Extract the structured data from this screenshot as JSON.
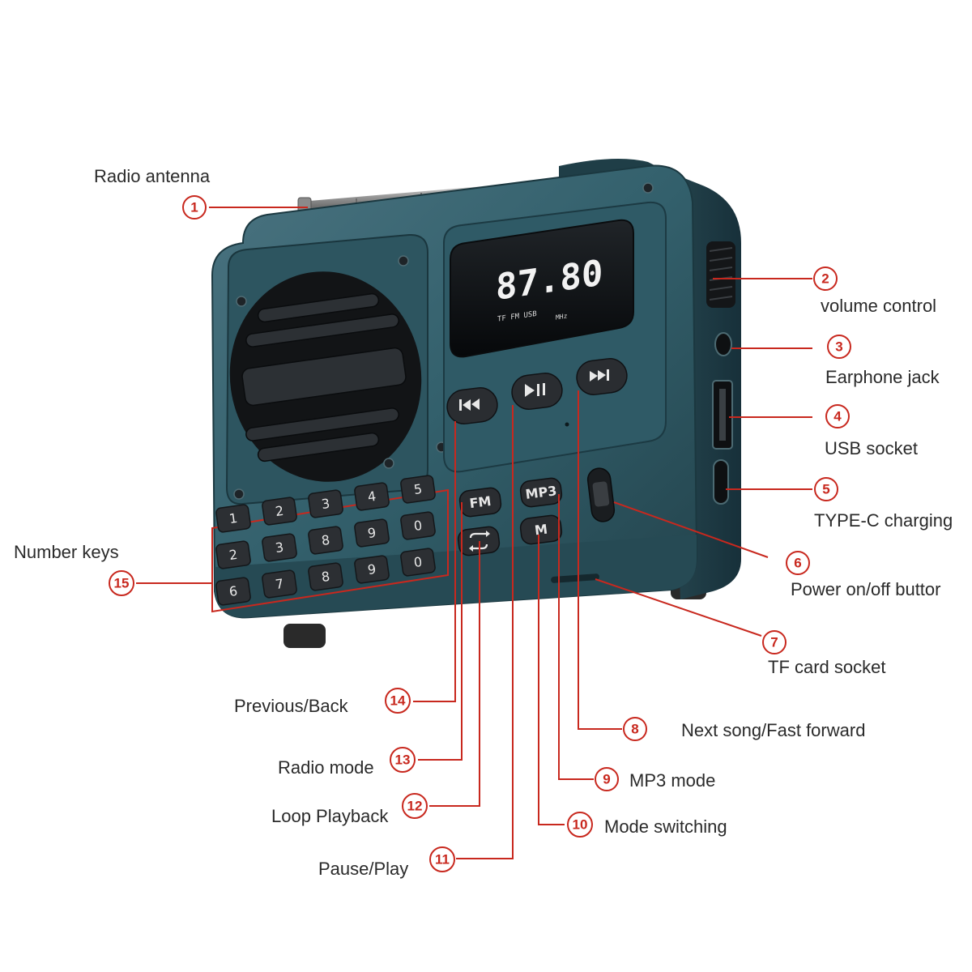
{
  "display": {
    "frequency": "87.80",
    "indicators": "TF  FM  USB",
    "unit": "MHz"
  },
  "buttons": {
    "fm": "FM",
    "mp3": "MP3",
    "m": "M",
    "prev_icon": "previous-track-icon",
    "play_icon": "play-pause-icon",
    "next_icon": "next-track-icon",
    "loop_icon": "loop-icon"
  },
  "number_keys": [
    "1",
    "2",
    "3",
    "4",
    "5",
    "2",
    "3",
    "8",
    "9",
    "0",
    "6",
    "7",
    "8",
    "9",
    "0"
  ],
  "callouts": [
    {
      "number": "1",
      "label": "Radio antenna"
    },
    {
      "number": "2",
      "label": "volume control"
    },
    {
      "number": "3",
      "label": "Earphone jack"
    },
    {
      "number": "4",
      "label": "USB socket"
    },
    {
      "number": "5",
      "label": "TYPE-C charging"
    },
    {
      "number": "6",
      "label": "Power on/off buttor"
    },
    {
      "number": "7",
      "label": "TF card socket"
    },
    {
      "number": "8",
      "label": "Next song/Fast forward"
    },
    {
      "number": "9",
      "label": "MP3 mode"
    },
    {
      "number": "10",
      "label": "Mode switching"
    },
    {
      "number": "11",
      "label": "Pause/Play"
    },
    {
      "number": "12",
      "label": "Loop Playback"
    },
    {
      "number": "13",
      "label": "Radio mode"
    },
    {
      "number": "14",
      "label": "Previous/Back"
    },
    {
      "number": "15",
      "label": "Number keys"
    }
  ],
  "colors": {
    "body": "#2f5661",
    "accent": "#c8281e",
    "screen": "#0b0d10"
  }
}
